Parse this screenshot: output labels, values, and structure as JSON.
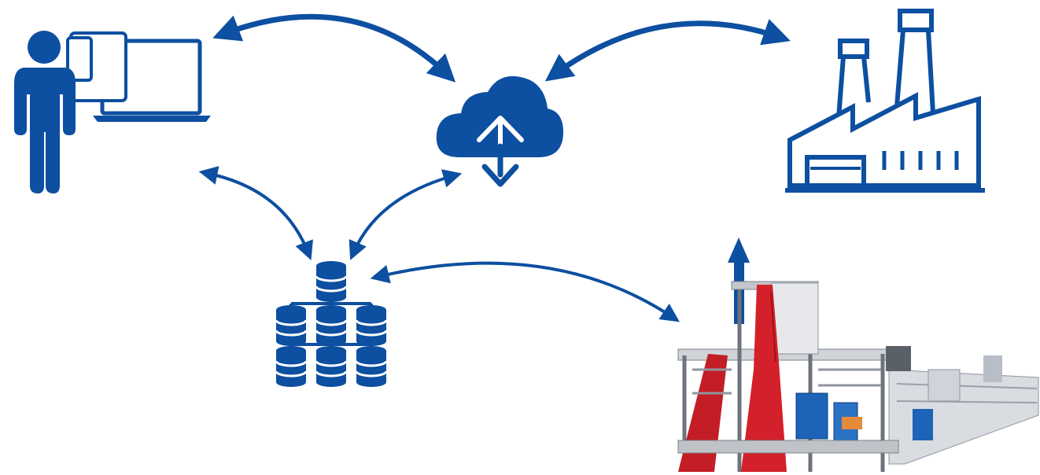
{
  "diagram": {
    "accent": "#0d4fa0",
    "fabric_red": "#d4202a",
    "machine_gray": "#c9ccd1",
    "nodes": [
      {
        "id": "user",
        "icon": "person-with-devices-icon"
      },
      {
        "id": "cloud",
        "icon": "cloud-upload-download-icon"
      },
      {
        "id": "factory",
        "icon": "factory-icon"
      },
      {
        "id": "database",
        "icon": "database-cluster-icon"
      },
      {
        "id": "machine",
        "icon": "textile-machine-photo"
      }
    ],
    "connections": [
      {
        "from": "user",
        "to": "cloud",
        "direction": "bidirectional"
      },
      {
        "from": "cloud",
        "to": "factory",
        "direction": "bidirectional"
      },
      {
        "from": "user",
        "to": "database",
        "direction": "bidirectional"
      },
      {
        "from": "cloud",
        "to": "database",
        "direction": "bidirectional"
      },
      {
        "from": "database",
        "to": "machine",
        "direction": "bidirectional"
      },
      {
        "from": "machine",
        "to": "factory",
        "direction": "upward"
      }
    ]
  }
}
